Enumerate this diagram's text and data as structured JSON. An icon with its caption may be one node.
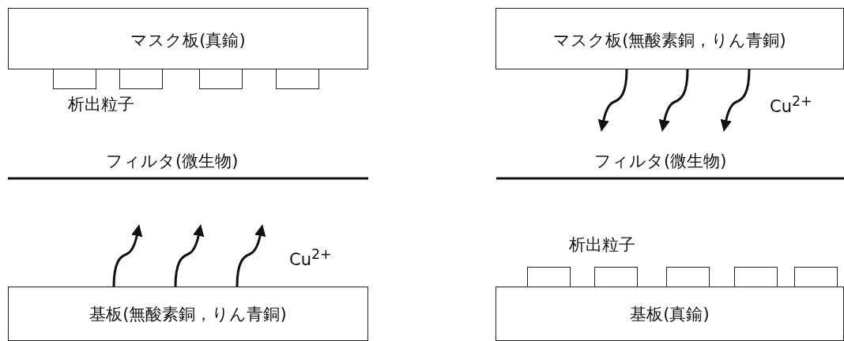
{
  "diagram": {
    "nodes": [
      {
        "text": [
          "マスク板(真鍮)"
        ]
      },
      {
        "text": [],
        "shape": "box"
      },
      {
        "text": [],
        "shape": "box"
      },
      {
        "text": [],
        "shape": "box"
      },
      {
        "text": [],
        "shape": "box"
      },
      {
        "text": [
          "基板(無酸素銅，りん青銅)"
        ]
      },
      {
        "text": [
          "マスク板(無酸素銅，りん青銅)"
        ]
      },
      {
        "text": [],
        "shape": "box"
      },
      {
        "text": [],
        "shape": "box"
      },
      {
        "text": [],
        "shape": "box"
      },
      {
        "text": [],
        "shape": "box"
      },
      {
        "text": [],
        "shape": "box"
      },
      {
        "text": [
          "基板(真鍮)"
        ]
      }
    ],
    "edges": [
      {
        "from": 5,
        "to": null,
        "arrow": "to"
      },
      {
        "from": 5,
        "to": null,
        "arrow": "to"
      },
      {
        "from": 5,
        "to": null,
        "arrow": "to"
      },
      {
        "from": 6,
        "to": null,
        "arrow": "to"
      },
      {
        "from": 6,
        "to": null,
        "arrow": "to"
      },
      {
        "from": 6,
        "to": null,
        "arrow": "to"
      }
    ],
    "labels": [
      "析出粒子",
      "Cu$^{2+}$",
      "フィルタ(微生物)",
      "フィルタ(微生物)",
      "析出粒子",
      "Cu$^{2+}$"
    ]
  }
}
